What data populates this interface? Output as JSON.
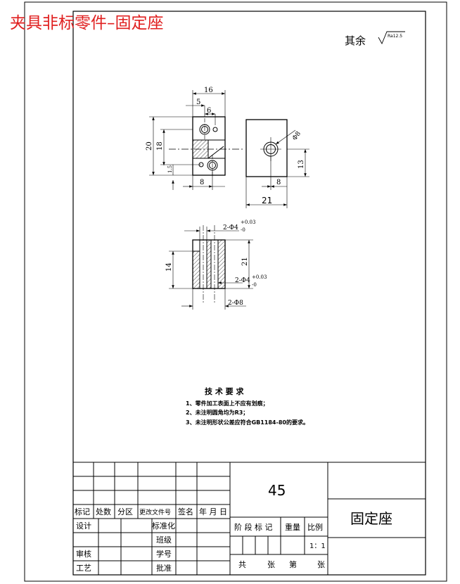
{
  "header": {
    "title": "夹具非标零件–固定座"
  },
  "roughness": {
    "label": "其余",
    "value": "Ra12.5"
  },
  "dims": {
    "d16": "16",
    "d5": "5",
    "d6": "6",
    "d20": "20",
    "d18": "18",
    "d15": "1.5",
    "d8a": "8",
    "d8b": "8",
    "d21a": "21",
    "d13": "13",
    "d_phi8": "Φ8",
    "d_hole_top": "2-Φ4",
    "tol_top_up": "+0.03",
    "tol_top_dn": "-0",
    "d_hole_bot": "2-Φ4",
    "tol_bot_up": "+0.03",
    "tol_bot_dn": "-0",
    "d14": "14",
    "d21b": "21",
    "d_bot": "2-Φ8"
  },
  "tech": {
    "heading": "技 术 要 求",
    "items": [
      "1、零件加工表面上不应有划痕；",
      "2、未注明圆角均为R3；",
      "3、未注明形状公差应符合GB1184-80的要求。"
    ]
  },
  "titleblock": {
    "material": "45",
    "part_name": "固定座",
    "labels": {
      "mark": "标记",
      "count": "处数",
      "zone": "分区",
      "doc": "更改文件号",
      "sign": "签名",
      "date": "年 月 日",
      "design": "设计",
      "standard": "标准化",
      "check": "审核",
      "process": "工艺",
      "approve": "批准",
      "grade": "班级",
      "id": "学号",
      "stage": "阶 段 标 记",
      "weight": "重量",
      "scale": "比例",
      "scale_val": "1：1",
      "total": "共",
      "sheets": "张",
      "sheet_no": "第",
      "sheet": "张"
    }
  }
}
